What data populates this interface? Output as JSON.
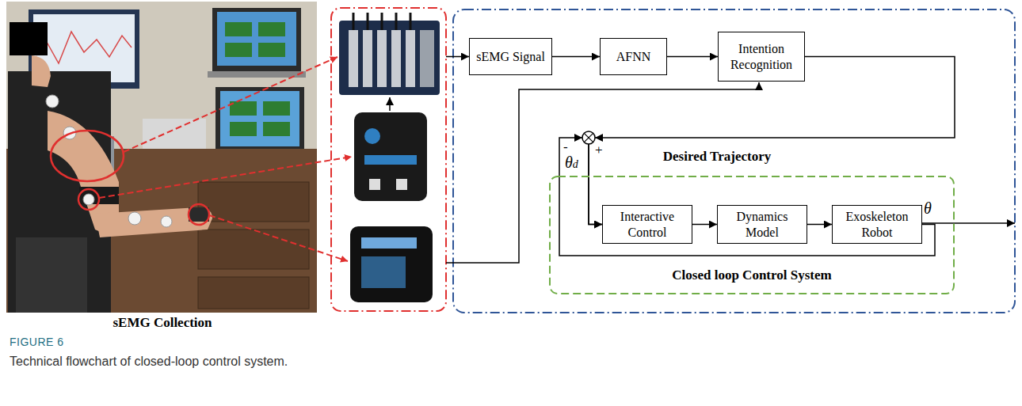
{
  "diagram": {
    "caption": "Technical flowchart of closed-loop control system.",
    "nodes": [
      {
        "text": [
          "sEMG Signal"
        ]
      },
      {
        "text": [
          "AFNN"
        ]
      },
      {
        "text": [
          "Intention Recognition"
        ]
      },
      {
        "text": [
          "Closed loop Control System"
        ]
      },
      {
        "text": [
          "Interactive Control"
        ],
        "in": 3
      },
      {
        "text": [
          "Dynamics Model"
        ],
        "in": 3
      },
      {
        "text": [
          "Exoskeleton Robot"
        ],
        "in": 3
      }
    ],
    "edges": [
      {
        "from": 0,
        "to": 1,
        "arrow": "to"
      },
      {
        "from": 1,
        "to": 2,
        "arrow": "to"
      },
      {
        "from": 2,
        "to": 4,
        "arrow": "to"
      },
      {
        "from": 6,
        "to": 4,
        "arrow": "to"
      },
      {
        "from": 4,
        "to": 5,
        "arrow": "to"
      },
      {
        "from": 5,
        "to": 6,
        "arrow": "to"
      }
    ],
    "labels": [
      "sEMG Collection",
      "-",
      "+",
      "θd",
      "Desired Trajectory",
      "θ",
      "FIGURE 6"
    ]
  }
}
